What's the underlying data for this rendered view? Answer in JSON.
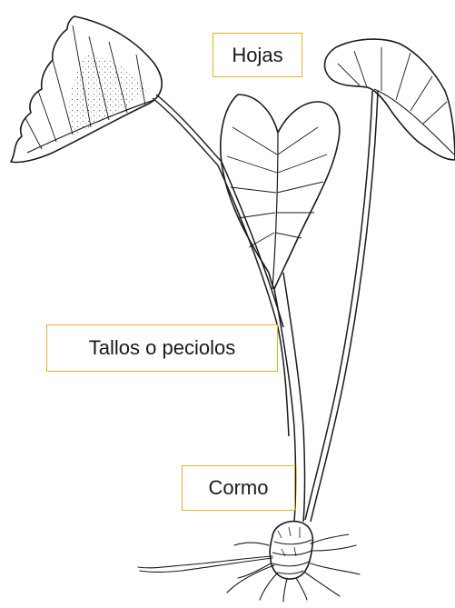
{
  "labels": {
    "leaves": "Hojas",
    "stems": "Tallos o peciolos",
    "corm": "Cormo"
  },
  "colors": {
    "label_border": "#e3b21e",
    "ink": "#1a1a1a",
    "background": "#ffffff"
  }
}
